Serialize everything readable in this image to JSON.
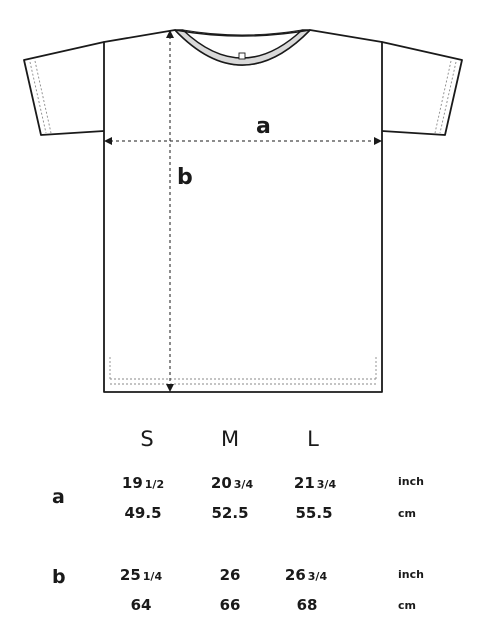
{
  "diagram": {
    "dimension_a_label": "a",
    "dimension_b_label": "b"
  },
  "size_chart": {
    "sizes": [
      "S",
      "M",
      "L"
    ],
    "rows": [
      {
        "label": "a",
        "inch": [
          {
            "whole": "19",
            "frac": "1/2"
          },
          {
            "whole": "20",
            "frac": "3/4"
          },
          {
            "whole": "21",
            "frac": "3/4"
          }
        ],
        "inch_unit": "inch",
        "cm": [
          "49.5",
          "52.5",
          "55.5"
        ],
        "cm_unit": "cm"
      },
      {
        "label": "b",
        "inch": [
          {
            "whole": "25",
            "frac": "1/4"
          },
          {
            "whole": "26",
            "frac": ""
          },
          {
            "whole": "26",
            "frac": "3/4"
          }
        ],
        "inch_unit": "inch",
        "cm": [
          "64",
          "66",
          "68"
        ],
        "cm_unit": "cm"
      }
    ]
  },
  "colors": {
    "outline": "#1a1a1a",
    "collar_band": "#d9d9d9",
    "stitch": "#8a8a8a"
  }
}
